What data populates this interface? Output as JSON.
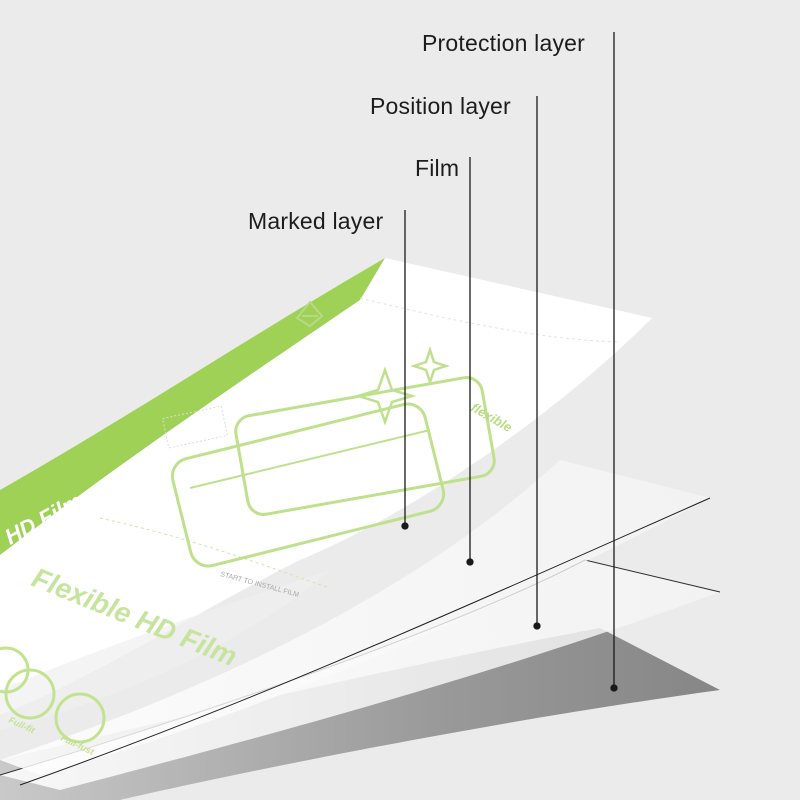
{
  "callouts": [
    {
      "label": "Protection layer"
    },
    {
      "label": "Position layer"
    },
    {
      "label": "Film"
    },
    {
      "label": "Marked layer"
    }
  ],
  "sheet": {
    "brand_text": "HD Film",
    "headline": "Flexible HD Film",
    "badge_text": "flexible",
    "small_text": "START TO INSTALL FILM",
    "icon_labels": [
      "Full-fit",
      "Full-fust"
    ]
  },
  "colors": {
    "background": "#ebebeb",
    "accent_green": "#9fd157",
    "line_green": "#bfe08c",
    "protection_gray": "#8e8e8e",
    "leader_line": "#1a1a1a"
  }
}
